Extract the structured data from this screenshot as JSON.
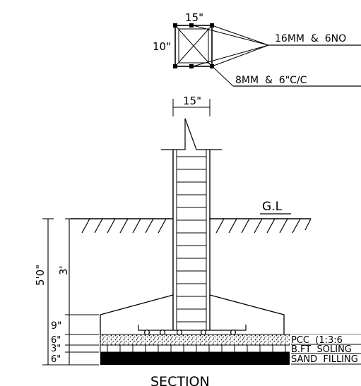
{
  "plan_section": {
    "width_label": "15\"",
    "depth_label": "10\"",
    "main_bar_label": "16MM  &  6NO",
    "stirrup_label": "8MM  &  6\"C/C"
  },
  "elevation": {
    "column_width_label": "15\"",
    "ground_level_label": "G.L",
    "total_depth_label": "5'0\"",
    "depth_below_gl_label": "3'",
    "footing_depth_label": "9\"",
    "pcc_depth_label": "6\"",
    "soling_depth_label": "3\"",
    "sand_depth_label": "6\"",
    "pcc_label": "PCC  (1:3:6",
    "soling_label": "B.FT  SOLING",
    "sand_label": "SAND  FILLING",
    "title": "SECTION"
  }
}
